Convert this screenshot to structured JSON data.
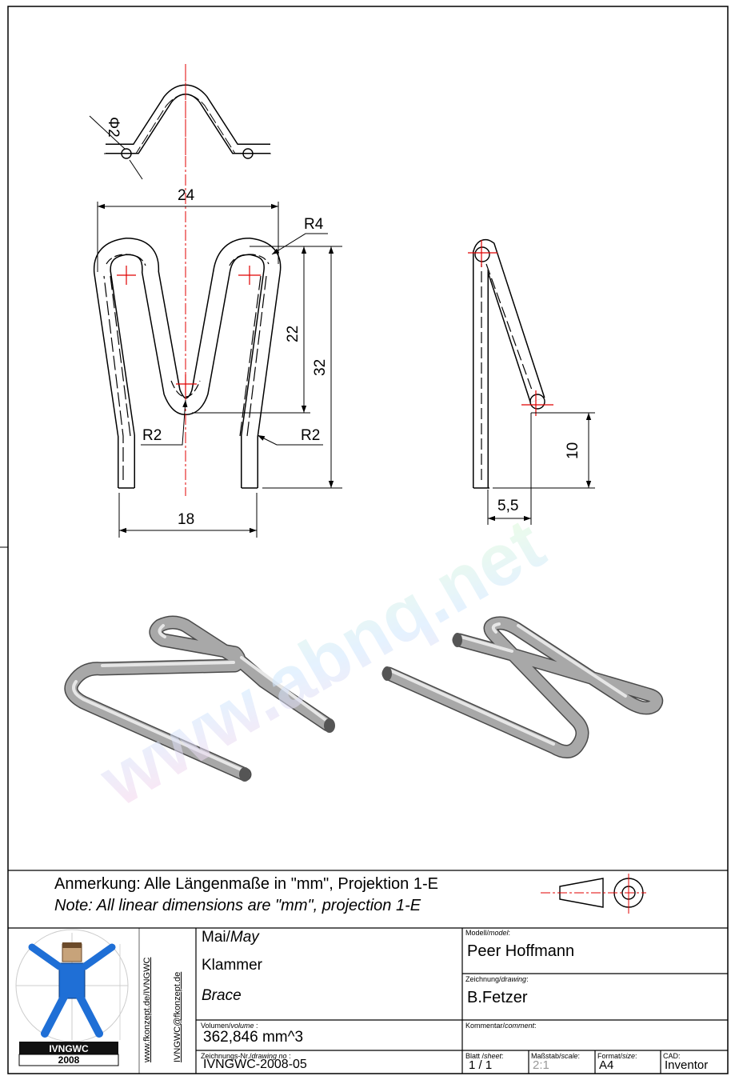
{
  "dimensions": {
    "diameter": "Φ2",
    "width_top": "24",
    "radius_top": "R4",
    "height_inner": "22",
    "height_total": "32",
    "radius_left": "R2",
    "radius_right": "R2",
    "width_bottom": "18",
    "side_height": "10",
    "side_offset": "5,5"
  },
  "watermark": "www.abnq.net",
  "note": {
    "de": "Anmerkung: Alle Längenmaße in \"mm\", Projektion 1-E",
    "en": "Note: All linear dimensions are \"mm\", projection 1-E"
  },
  "title_block": {
    "logo_text": "IVNGWC",
    "logo_year": "2008",
    "url1": "www.fkonzept.de/IVNGWC",
    "url2": "IVNGWC@fkonzept.de",
    "date_de": "Mai/",
    "date_en": "May",
    "name_de": "Klammer",
    "name_en": "Brace",
    "volume_label_de": "Volumen/",
    "volume_label_en": "volume",
    "volume_label_suffix": " :",
    "volume_value": "362,846 mm^3",
    "drawing_no_label_de": "Zeichnungs-Nr./",
    "drawing_no_label_en": "drawing no",
    "drawing_no_label_suffix": " :",
    "drawing_no_value": "IVNGWC-2008-05",
    "model_label_de": "Modell/",
    "model_label_en": "model",
    "model_label_suffix": ":",
    "model_value": "Peer Hoffmann",
    "drawing_label_de": "Zeichnung/",
    "drawing_label_en": "drawing",
    "drawing_label_suffix": ":",
    "drawing_value": "B.Fetzer",
    "comment_label_de": "Kommentar/",
    "comment_label_en": "comment",
    "comment_label_suffix": ":",
    "sheet_label_de": "Blatt /",
    "sheet_label_en": "sheet",
    "sheet_label_suffix": ":",
    "sheet_value": "1  /  1",
    "scale_label_de": "Maßstab/",
    "scale_label_en": "scale",
    "scale_label_suffix": ":",
    "scale_value": "2:1",
    "format_label_de": "Format/",
    "format_label_en": "size",
    "format_label_suffix": ":",
    "format_value": "A4",
    "cad_label": "CAD:",
    "cad_value": "Inventor"
  },
  "colors": {
    "centerline": "#e00000",
    "wire_3d": "#9a9a9a",
    "logo_figure": "#1f6fd6"
  }
}
